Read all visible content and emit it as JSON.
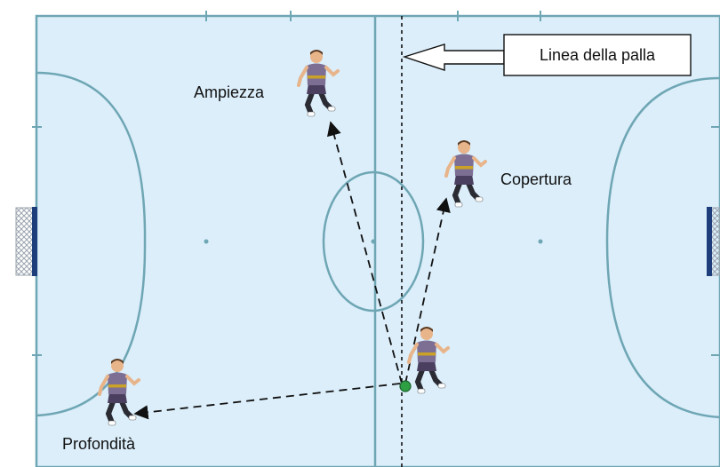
{
  "labels": {
    "ball_line": "Linea della palla",
    "width": "Ampiezza",
    "cover": "Copertura",
    "depth": "Profondità"
  },
  "colors": {
    "pitch": "#dbeefa",
    "pitch_lines": "#6fa6b4",
    "ball": "#2ea043",
    "player_shirt": "#7d6f94",
    "player_stripe": "#c9a227",
    "arrows": "#111111",
    "goal_post": "#1d3e7a"
  },
  "icons": [
    "player-figure",
    "ball-icon",
    "goal-net",
    "callout-arrow"
  ]
}
